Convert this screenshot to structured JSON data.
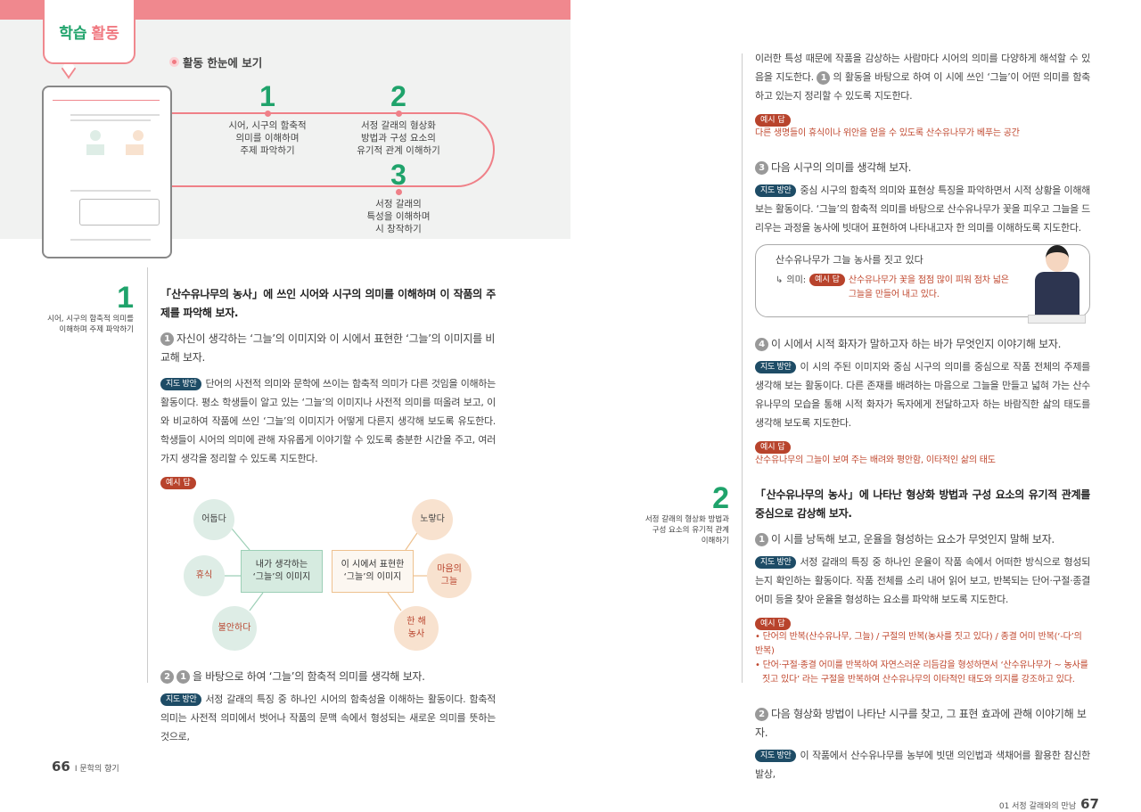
{
  "header": {
    "tab_green": "학습",
    "tab_pink": "활동",
    "overview_title": "활동 한눈에 보기"
  },
  "overview": [
    {
      "num": "1",
      "lines": [
        "시어, 시구의 함축적",
        "의미를 이해하며",
        "주제 파악하기"
      ]
    },
    {
      "num": "2",
      "lines": [
        "서정 갈래의 형상화",
        "방법과 구성 요소의",
        "유기적 관계 이해하기"
      ]
    },
    {
      "num": "3",
      "lines": [
        "서정 갈래의",
        "특성을 이해하며",
        "시 창작하기"
      ]
    }
  ],
  "labels": {
    "guide": "지도 방안",
    "answer": "예시 답"
  },
  "left": {
    "sec1_num": "1",
    "sec1_label": [
      "시어, 시구의 함축적 의미를",
      "이해하며 주제 파악하기"
    ],
    "heading": "「산수유나무의 농사」에 쓰인 시어와 시구의 의미를 이해하며 이 작품의 주제를 파악해 보자.",
    "q1_num": "1",
    "q1": "자신이 생각하는 ‘그늘’의 이미지와 이 시에서 표현한 ‘그늘’의 이미지를 비교해 보자.",
    "q1_guide": "단어의 사전적 의미와 문학에 쓰이는 함축적 의미가 다른 것임을 이해하는 활동이다. 평소 학생들이 알고 있는 ‘그늘’의 이미지나 사전적 의미를 떠올려 보고, 이와 비교하여 작품에 쓰인 ‘그늘’의 이미지가 어떻게 다른지 생각해 보도록 유도한다. 학생들이 시어의 의미에 관해 자유롭게 이야기할 수 있도록 충분한 시간을 주고, 여러 가지 생각을 정리할 수 있도록 지도한다.",
    "diagram": {
      "left_box": [
        "내가 생각하는",
        "‘그늘’의 이미지"
      ],
      "right_box": [
        "이 시에서 표현한",
        "‘그늘’의 이미지"
      ],
      "left_nodes": [
        "어둡다",
        "휴식",
        "불안하다"
      ],
      "right_nodes": [
        "노랗다",
        "마음의 그늘",
        "한 해 농사"
      ]
    },
    "q2_num": "2",
    "q2_ref": "1",
    "q2": "을 바탕으로 하여 ‘그늘’의 함축적 의미를 생각해 보자.",
    "q2_guide": "서정 갈래의 특징 중 하나인 시어의 함축성을 이해하는 활동이다. 함축적 의미는 사전적 의미에서 벗어나 작품의 문맥 속에서 형성되는 새로운 의미를 뜻하는 것으로,"
  },
  "right": {
    "cont": "이러한 특성 때문에 작품을 감상하는 사람마다 시어의 의미를 다양하게 해석할 수 있음을 지도한다.",
    "cont_ref": "1",
    "cont2": "의 활동을 바탕으로 하여 이 시에 쓰인 ‘그늘’이 어떤 의미를 함축하고 있는지 정리할 수 있도록 지도한다.",
    "q2_answer": "다른 생명들이 휴식이나 위안을 얻을 수 있도록 산수유나무가 베푸는 공간",
    "q3_num": "3",
    "q3": "다음 시구의 의미를 생각해 보자.",
    "q3_guide": "중심 시구의 함축적 의미와 표현상 특징을 파악하면서 시적 상황을 이해해 보는 활동이다. ‘그늘’의 함축적 의미를 바탕으로 산수유나무가 꽃을 피우고 그늘을 드리우는 과정을 농사에 빗대어 표현하여 나타내고자 한 의미를 이해하도록 지도한다.",
    "q3_box_line": "산수유나무가 그늘 농사를 짓고 있다",
    "q3_meaning_label": "의미:",
    "q3_meaning": "산수유나무가 꽃을 점점 많이 피워 점차 넓은 그늘을 만들어 내고 있다.",
    "q4_num": "4",
    "q4": "이 시에서 시적 화자가 말하고자 하는 바가 무엇인지 이야기해 보자.",
    "q4_guide": "이 시의 주된 이미지와 중심 시구의 의미를 중심으로 작품 전체의 주제를 생각해 보는 활동이다. 다른 존재를 배려하는 마음으로 그늘을 만들고 넓혀 가는 산수유나무의 모습을 통해 시적 화자가 독자에게 전달하고자 하는 바람직한 삶의 태도를 생각해 보도록 지도한다.",
    "q4_answer": "산수유나무의 그늘이 보여 주는 배려와 평안함, 이타적인 삶의 태도",
    "sec2_num": "2",
    "sec2_label": [
      "서정 갈래의 형상화 방법과",
      "구성 요소의 유기적 관계",
      "이해하기"
    ],
    "heading2": "「산수유나무의 농사」에 나타난 형상화 방법과 구성 요소의 유기적 관계를 중심으로 감상해 보자.",
    "s2q1_num": "1",
    "s2q1": "이 시를 낭독해 보고, 운율을 형성하는 요소가 무엇인지 말해 보자.",
    "s2q1_guide": "서정 갈래의 특징 중 하나인 운율이 작품 속에서 어떠한 방식으로 형성되는지 확인하는 활동이다. 작품 전체를 소리 내어 읽어 보고, 반복되는 단어·구절·종결 어미 등을 찾아 운율을 형성하는 요소를 파악해 보도록 지도한다.",
    "s2q1_answers": [
      "• 단어의 반복(산수유나무, 그늘) / 구절의 반복(농사를 짓고 있다) / 종결 어미 반복(‘-다’의 반복)",
      "• 단어·구절·종결 어미를 반복하여 자연스러운 리듬감을 형성하면서 ‘산수유나무가 ~ 농사를 짓고 있다’ 라는 구절을 반복하여 산수유나무의 이타적인 태도와 의지를 강조하고 있다."
    ],
    "s2q2_num": "2",
    "s2q2": "다음 형상화 방법이 나타난 시구를 찾고, 그 표현 효과에 관해 이야기해 보자.",
    "s2q2_guide": "이 작품에서 산수유나무를 농부에 빗댄 의인법과 색채어를 활용한 참신한 발상,"
  },
  "footer": {
    "left_page": "66",
    "left_title": "Ⅰ 문학의 향기",
    "right_title": "01 서정 갈래와의 만남",
    "right_page": "67"
  }
}
